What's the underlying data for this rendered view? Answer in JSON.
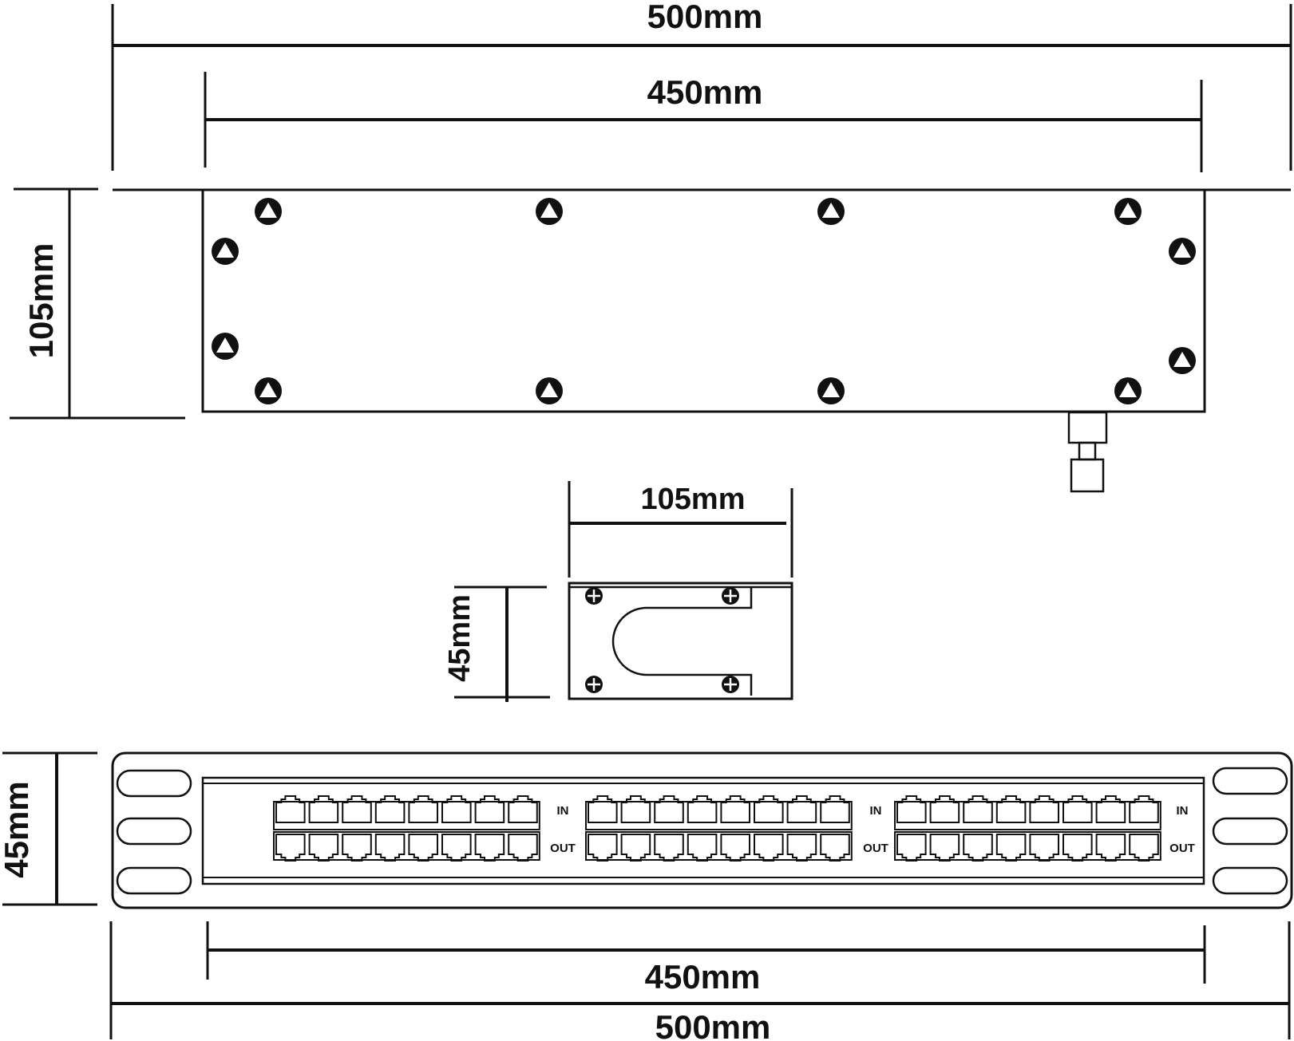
{
  "dimensions": {
    "top_total_width": "500mm",
    "top_inner_width": "450mm",
    "top_depth": "105mm",
    "side_depth": "105mm",
    "side_height": "45mm",
    "front_height": "45mm",
    "front_inner_width": "450mm",
    "front_total_width": "500mm"
  },
  "front_panel": {
    "groups": [
      {
        "in_label": "IN",
        "out_label": "OUT"
      },
      {
        "in_label": "IN",
        "out_label": "OUT"
      },
      {
        "in_label": "IN",
        "out_label": "OUT"
      }
    ]
  }
}
